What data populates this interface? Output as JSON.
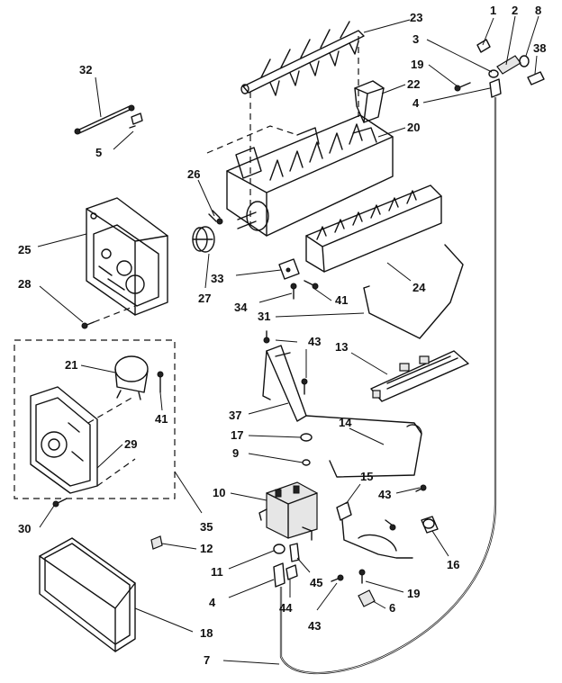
{
  "callouts": {
    "c1": "1",
    "c2": "2",
    "c8": "8",
    "c23": "23",
    "c3": "3",
    "c38": "38",
    "c32": "32",
    "c19a": "19",
    "c22": "22",
    "c4a": "4",
    "c5": "5",
    "c20": "20",
    "c26": "26",
    "c25": "25",
    "c24": "24",
    "c27": "27",
    "c28": "28",
    "c33": "33",
    "c34": "34",
    "c41a": "41",
    "c31": "31",
    "c43a": "43",
    "c13": "13",
    "c21": "21",
    "c41b": "41",
    "c37": "37",
    "c14": "14",
    "c17": "17",
    "c9": "9",
    "c29": "29",
    "c15": "15",
    "c10": "10",
    "c43b": "43",
    "c30": "30",
    "c35": "35",
    "c12": "12",
    "c11": "11",
    "c45": "45",
    "c16": "16",
    "c4b": "4",
    "c44": "44",
    "c19b": "19",
    "c43c": "43",
    "c6": "6",
    "c18": "18",
    "c7": "7"
  }
}
